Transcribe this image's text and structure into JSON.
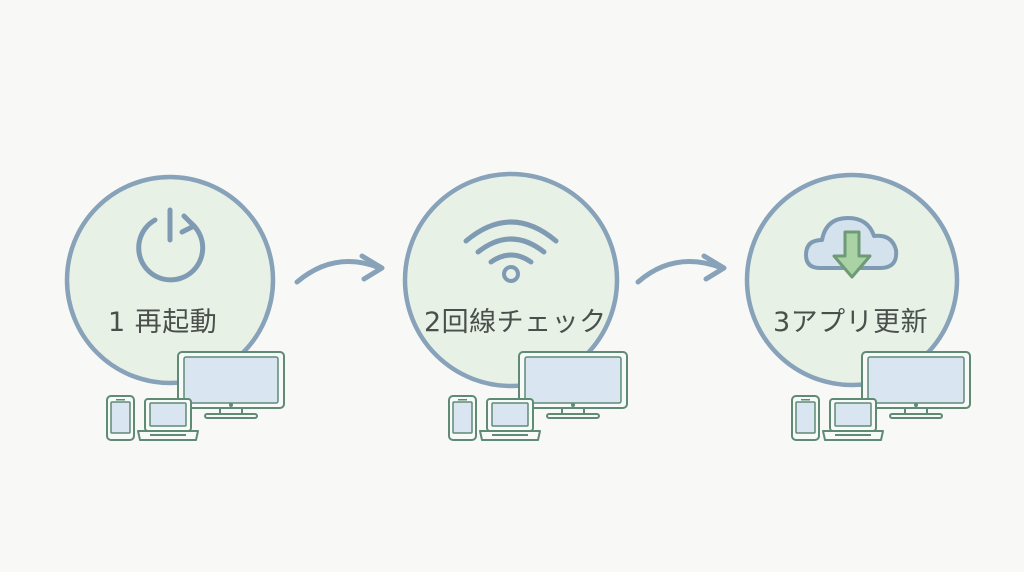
{
  "diagram": {
    "steps": [
      {
        "label": "1 再起動",
        "icon": "power-restart-icon"
      },
      {
        "label": "2回線チェック",
        "icon": "wifi-icon"
      },
      {
        "label": "3アプリ更新",
        "icon": "cloud-download-icon"
      }
    ],
    "devices_icon": "devices-icon",
    "connector_icon": "arrow-right-icon",
    "colors": {
      "circle_ring": "#87a2b9",
      "circle_fill": "#e8f1e6",
      "device_outline": "#5f8a73",
      "download_arrow": "#a9d3a4"
    }
  }
}
